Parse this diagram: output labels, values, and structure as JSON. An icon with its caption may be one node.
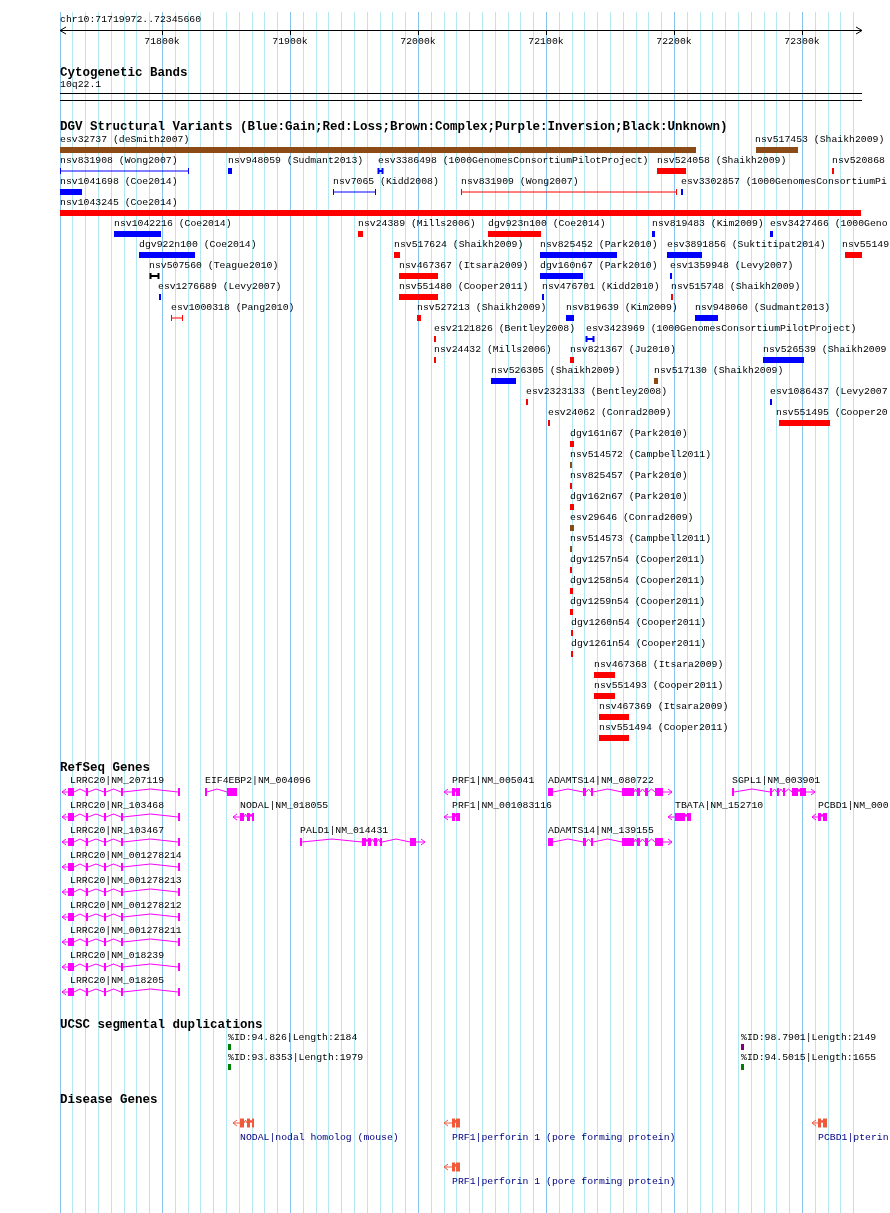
{
  "diagram": {
    "labels": [
      "chr10:71719972..72345660",
      "71800k",
      "71900k",
      "72000k",
      "72100k",
      "72200k",
      "72300k",
      "Cytogenetic Bands",
      "10q22.1",
      "DGV Structural Variants (Blue:Gain;Red:Loss;Brown:Complex;Purple:Inversion;Black:Unknown)",
      "esv32737 (deSmith2007)",
      "nsv517453 (Shaikh2009)",
      "nsv831908 (Wong2007)",
      "nsv948059 (Sudmant2013)",
      "esv3386498 (1000GenomesConsortiumPilotProject)",
      "nsv524058 (Shaikh2009)",
      "nsv520868",
      "nsv1041698 (Coe2014)",
      "nsv7065 (Kidd2008)",
      "nsv831909 (Wong2007)",
      "esv3302857 (1000GenomesConsortiumPi",
      "nsv1043245 (Coe2014)",
      "nsv1042216 (Coe2014)",
      "nsv24389 (Mills2006)",
      "dgv923n100 (Coe2014)",
      "nsv819483 (Kim2009)",
      "esv3427466 (1000Geno",
      "dgv922n100 (Coe2014)",
      "nsv517624 (Shaikh2009)",
      "nsv825452 (Park2010)",
      "esv3891856 (Suktitipat2014)",
      "nsv55149",
      "nsv507560 (Teague2010)",
      "nsv467367 (Itsara2009)",
      "dgv160n67 (Park2010)",
      "esv1359948 (Levy2007)",
      "esv1276689 (Levy2007)",
      "nsv551480 (Cooper2011)",
      "nsv476701 (Kidd2010)",
      "nsv515748 (Shaikh2009)",
      "esv1000318 (Pang2010)",
      "nsv527213 (Shaikh2009)",
      "nsv819639 (Kim2009)",
      "nsv948060 (Sudmant2013)",
      "esv2121826 (Bentley2008)",
      "esv3423969 (1000GenomesConsortiumPilotProject)",
      "nsv24432 (Mills2006)",
      "nsv821367 (Ju2010)",
      "nsv526539 (Shaikh2009",
      "nsv526305 (Shaikh2009)",
      "nsv517130 (Shaikh2009)",
      "esv2323133 (Bentley2008)",
      "esv1086437 (Levy2007",
      "esv24062 (Conrad2009)",
      "nsv551495 (Cooper20",
      "dgv161n67 (Park2010)",
      "nsv514572 (Campbell2011)",
      "nsv825457 (Park2010)",
      "dgv162n67 (Park2010)",
      "esv29646 (Conrad2009)",
      "nsv514573 (Campbell2011)",
      "dgv1257n54 (Cooper2011)",
      "dgv1258n54 (Cooper2011)",
      "dgv1259n54 (Cooper2011)",
      "dgv1260n54 (Cooper2011)",
      "dgv1261n54 (Cooper2011)",
      "nsv467368 (Itsara2009)",
      "nsv551493 (Cooper2011)",
      "nsv467369 (Itsara2009)",
      "nsv551494 (Cooper2011)",
      "RefSeq Genes",
      "LRRC20|NM_207119",
      "EIF4EBP2|NM_004096",
      "PRF1|NM_005041",
      "ADAMTS14|NM_080722",
      "SGPL1|NM_003901",
      "LRRC20|NR_103468",
      "NODAL|NM_018055",
      "PRF1|NM_001083116",
      "TBATA|NM_152710",
      "PCBD1|NM_000",
      "LRRC20|NR_103467",
      "PALD1|NM_014431",
      "ADAMTS14|NM_139155",
      "LRRC20|NM_001278214",
      "LRRC20|NM_001278213",
      "LRRC20|NM_001278212",
      "LRRC20|NM_001278211",
      "LRRC20|NM_018239",
      "LRRC20|NM_018205",
      "UCSC segmental duplications",
      "%ID:94.826|Length:2184",
      "%ID:98.7901|Length:2149",
      "%ID:93.8353|Length:1979",
      "%ID:94.5015|Length:1655",
      "Disease Genes",
      "NODAL|nodal homolog (mouse)",
      "PRF1|perforin 1 (pore forming protein)",
      "PCBD1|pterin",
      "PRF1|perforin 1 (pore forming protein)"
    ]
  }
}
